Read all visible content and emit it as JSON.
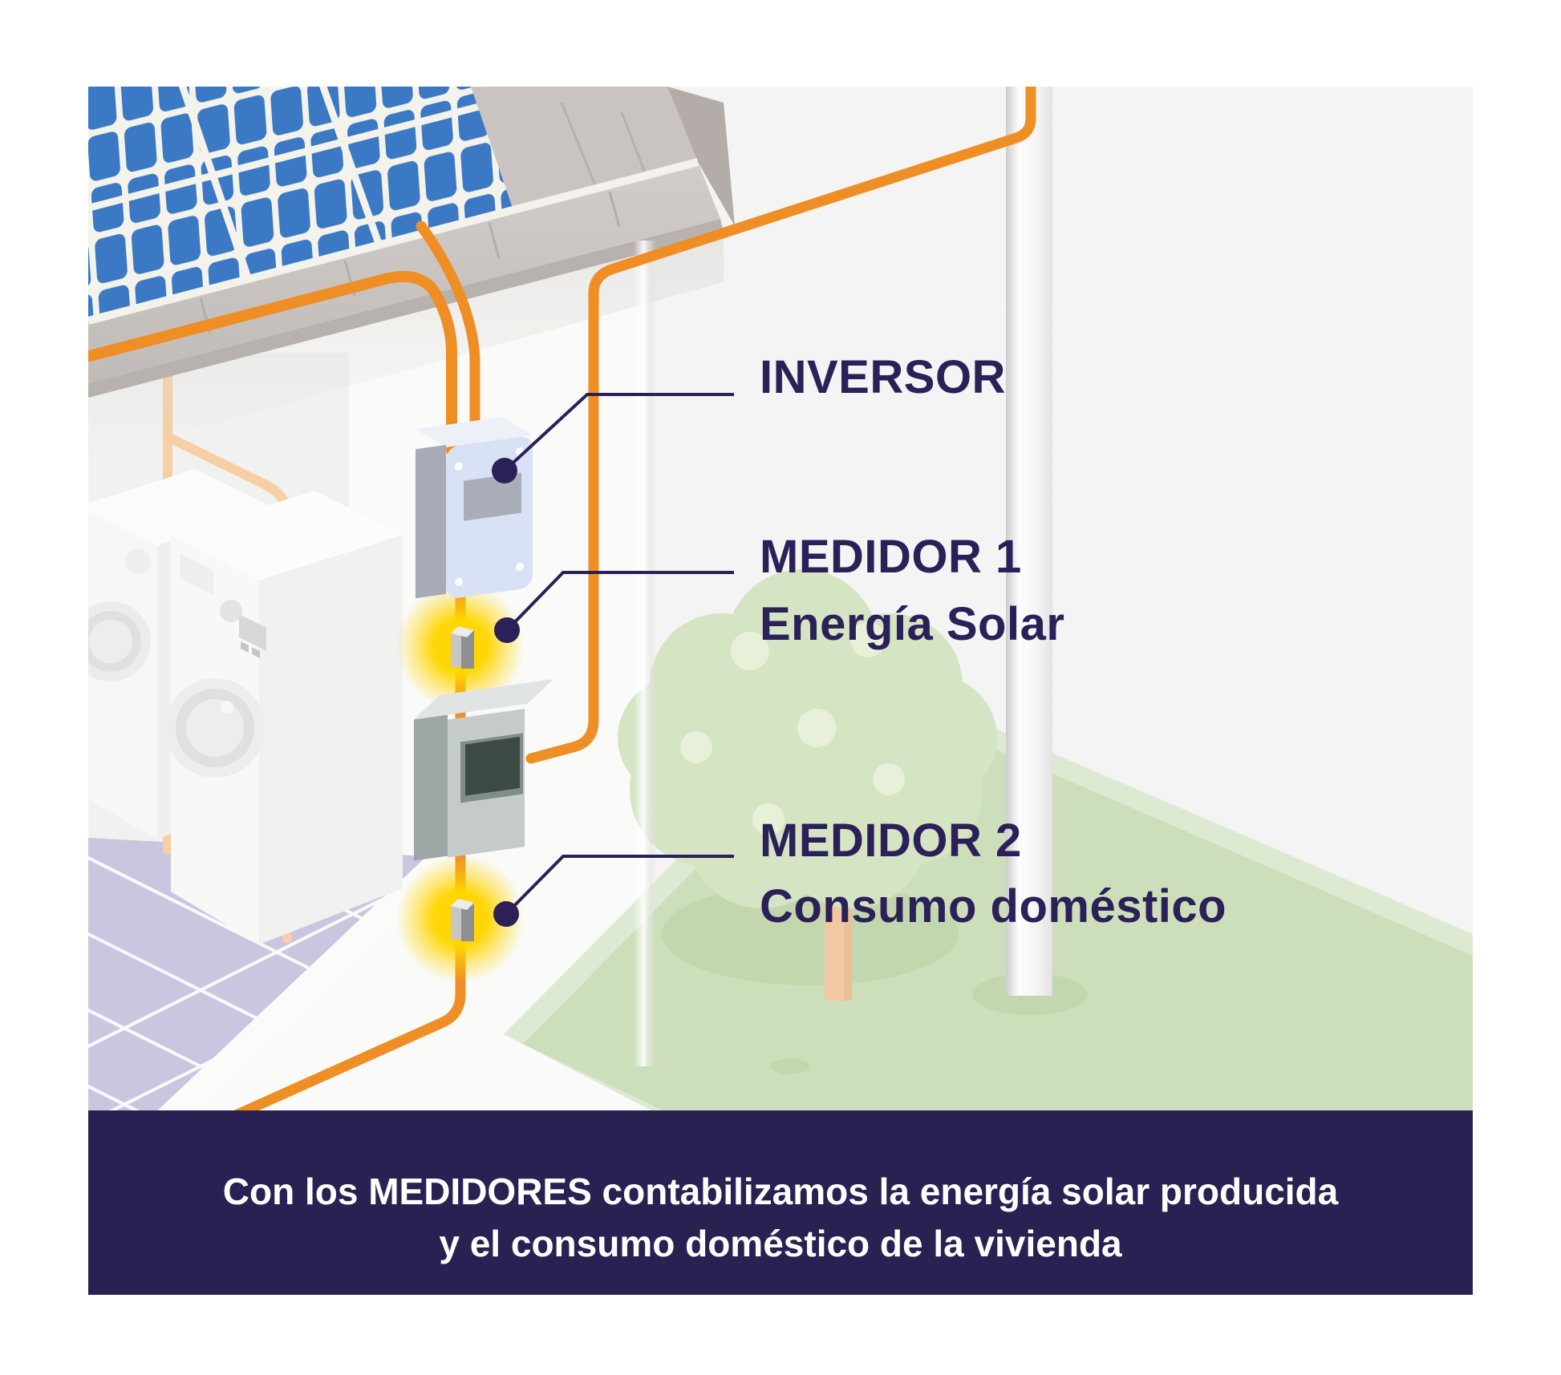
{
  "labels": {
    "inversor": {
      "title": "INVERSOR"
    },
    "medidor1": {
      "title": "MEDIDOR 1",
      "subtitle": "Energía Solar"
    },
    "medidor2": {
      "title": "MEDIDOR 2",
      "subtitle": "Consumo doméstico"
    }
  },
  "banner": {
    "line1": "Con los MEDIDORES contabilizamos la energía solar producida",
    "line2": "y el consumo doméstico de la vivienda"
  },
  "colors": {
    "wire_orange": "#EF8E24",
    "interior_wire": "#F6CFA4",
    "label_navy": "#2B2058",
    "banner_bg": "#2A2153",
    "banner_text": "#FFFFFF",
    "panel_blue": "#3C79C5",
    "glow_yellow": "#FFD600",
    "floor_lavender": "#CBC6DF",
    "grass_green": "#CCDFBA",
    "grass_light": "#DEE9D2",
    "grass_shadow": "#C2D7AE",
    "tree_green": "#D5E4C3",
    "tree_dot": "#E9F0D9",
    "trunk": "#F2C8A2"
  }
}
